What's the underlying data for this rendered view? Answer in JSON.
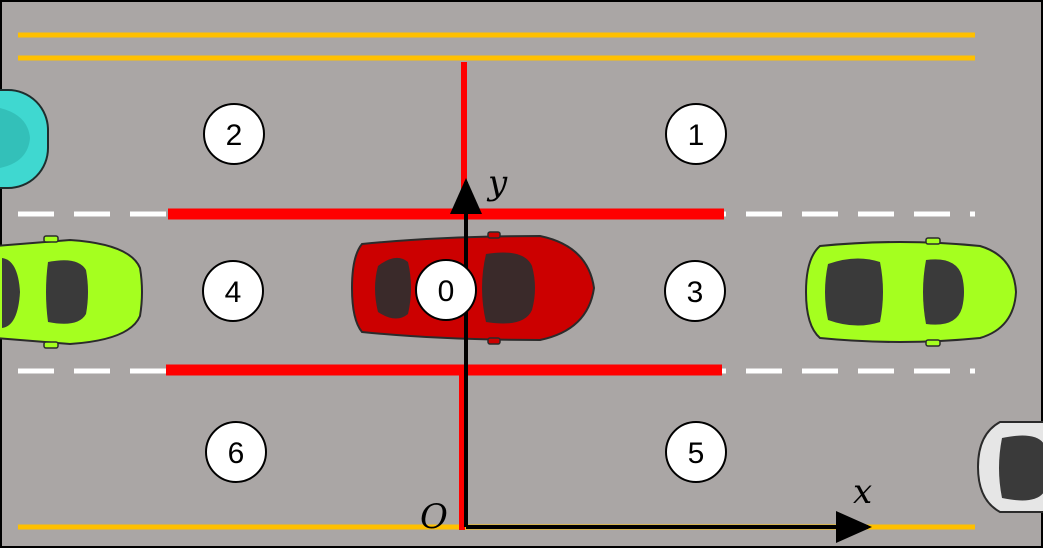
{
  "figure": {
    "colors": {
      "road": "#aaa6a5",
      "border": "#000000",
      "lane_edge": "#ffc000",
      "lane_dash": "#ffffff",
      "region_boundary": "#ff0000",
      "axis": "#000000",
      "ego_car": "#cc0000",
      "surrounding_car": "#a5ff1f",
      "car_cyan": "#3fd8d0",
      "car_white": "#e6e6e6"
    },
    "axes": {
      "x_label": "x",
      "y_label": "y",
      "origin_label": "O"
    },
    "zones": [
      {
        "id": "zone-0",
        "label": "0"
      },
      {
        "id": "zone-1",
        "label": "1"
      },
      {
        "id": "zone-2",
        "label": "2"
      },
      {
        "id": "zone-3",
        "label": "3"
      },
      {
        "id": "zone-4",
        "label": "4"
      },
      {
        "id": "zone-5",
        "label": "5"
      },
      {
        "id": "zone-6",
        "label": "6"
      }
    ],
    "cars": [
      {
        "role": "ego",
        "color": "red",
        "zone": "0"
      },
      {
        "role": "surrounding",
        "color": "green",
        "position": "left lane, middle"
      },
      {
        "role": "surrounding",
        "color": "green",
        "position": "right, middle lane"
      },
      {
        "role": "surrounding",
        "color": "cyan",
        "position": "top-left, partially visible"
      },
      {
        "role": "surrounding",
        "color": "white",
        "position": "bottom-right, partially visible"
      }
    ]
  }
}
